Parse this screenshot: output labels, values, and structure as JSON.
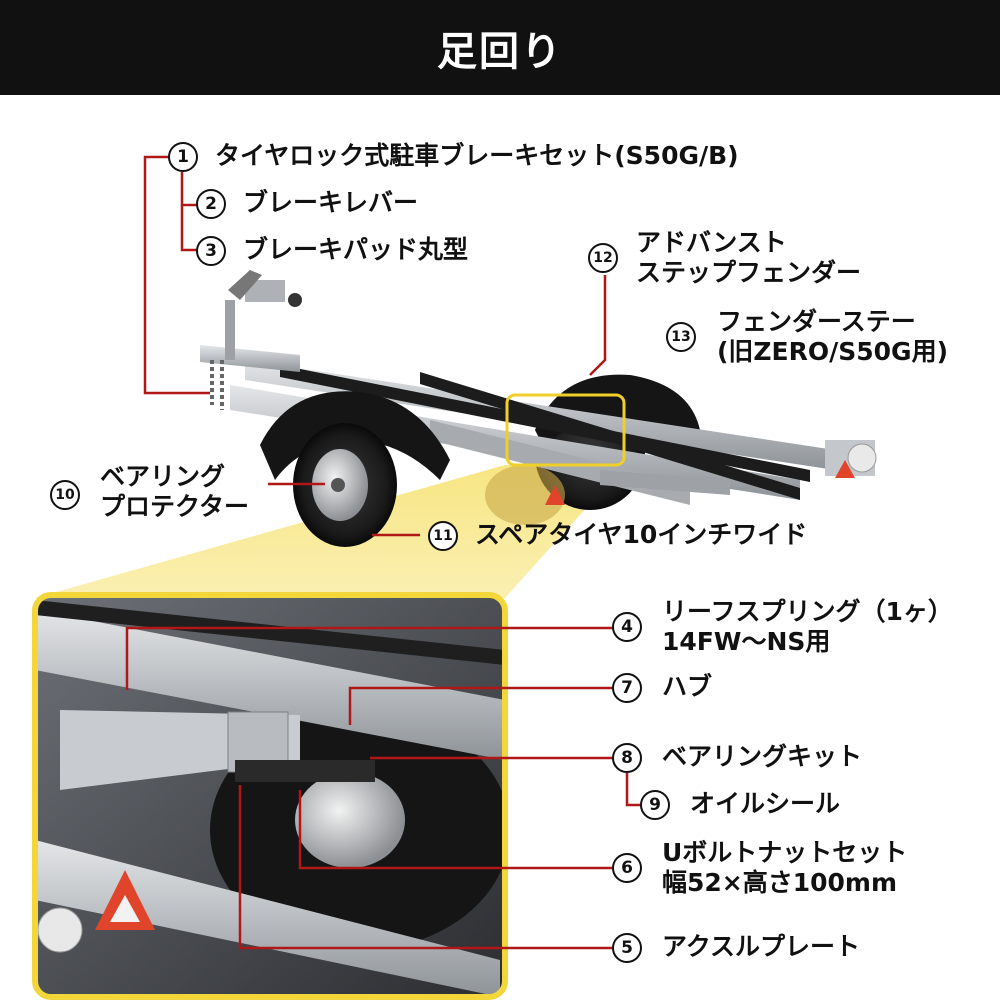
{
  "header": {
    "title": "足回り",
    "background": "#111111"
  },
  "colors": {
    "callout_line": "#b01818",
    "highlight": "#f2d63a"
  },
  "parts": [
    {
      "num": "1",
      "name": "タイヤロック式駐車ブレーキセット(S50G/B)"
    },
    {
      "num": "2",
      "name": "ブレーキレバー"
    },
    {
      "num": "3",
      "name": "ブレーキパッド丸型"
    },
    {
      "num": "12",
      "name_line1": "アドバンスト",
      "name_line2": "ステップフェンダー"
    },
    {
      "num": "13",
      "name_line1": "フェンダーステー",
      "name_line2": "(旧ZERO/S50G用)"
    },
    {
      "num": "10",
      "name_line1": "ベアリング",
      "name_line2": "プロテクター"
    },
    {
      "num": "11",
      "name": "スペアタイヤ10インチワイド"
    },
    {
      "num": "4",
      "name_line1": "リーフスプリング（1ヶ）",
      "name_line2": "14FW～NS用"
    },
    {
      "num": "7",
      "name": "ハブ"
    },
    {
      "num": "8",
      "name": "ベアリングキット"
    },
    {
      "num": "9",
      "name": "オイルシール"
    },
    {
      "num": "6",
      "name_line1": "Uボルトナットセット",
      "name_line2": "幅52×高さ100mm"
    },
    {
      "num": "5",
      "name": "アクスルプレート"
    }
  ]
}
